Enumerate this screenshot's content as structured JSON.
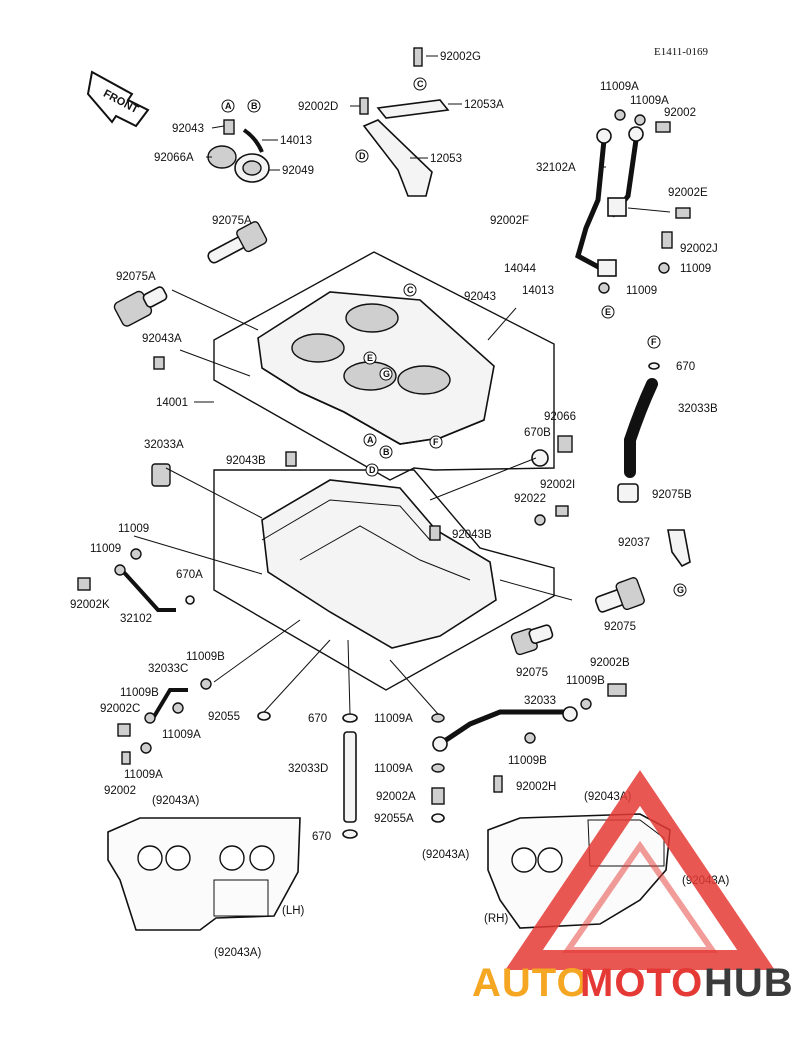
{
  "diagram_ref": "E1411-0169",
  "front_label": "FRONT",
  "side_labels": {
    "lh": "(LH)",
    "rh": "(RH)"
  },
  "watermark": {
    "auto": "AUTO",
    "moto": "MOTO",
    "hub": "HUB",
    "orange": "#f5a623",
    "red": "#e53935",
    "gray": "#3b3b3b"
  },
  "circle_markers": [
    "A",
    "B",
    "C",
    "D",
    "E",
    "F",
    "G"
  ],
  "parts": {
    "p92002G": "92002G",
    "p12053A": "12053A",
    "p92002D": "92002D",
    "p12053": "12053",
    "p92043_top": "92043",
    "p14013_top": "14013",
    "p92066A": "92066A",
    "p92049": "92049",
    "p92075A_top": "92075A",
    "p92075A": "92075A",
    "p92002F": "92002F",
    "p14044": "14044",
    "p92043_mid": "92043",
    "p14013_mid": "14013",
    "p92043A": "92043A",
    "p14001": "14001",
    "p11009A_1": "11009A",
    "p11009A_2": "11009A",
    "p92002_tr": "92002",
    "p32102A": "32102A",
    "p92002E": "92002E",
    "p92002J": "92002J",
    "p11009_r1": "11009",
    "p11009_r2": "11009",
    "p670_r": "670",
    "p32033B": "32033B",
    "p92066": "92066",
    "p670B": "670B",
    "p92002I": "92002I",
    "p92022": "92022",
    "p92075B": "92075B",
    "p32033A": "32033A",
    "p92043B_a": "92043B",
    "p92043B_b": "92043B",
    "p11009_l1": "11009",
    "p11009_l2": "11009",
    "p670A": "670A",
    "p92002K": "92002K",
    "p32102": "32102",
    "p92037": "92037",
    "p92075": "92075",
    "p92075_b": "92075",
    "p92002B": "92002B",
    "p11009B_r": "11009B",
    "p32033": "32033",
    "p11009B_rr": "11009B",
    "p11009B_l": "11009B",
    "p32033C": "32033C",
    "p11009B_l2": "11009B",
    "p92002C": "92002C",
    "p11009A_l": "11009A",
    "p11009A_l2": "11009A",
    "p92002_l": "92002",
    "p92055": "92055",
    "p670_c": "670",
    "p11009A_c": "11009A",
    "p32033D": "32033D",
    "p11009A_c2": "11009A",
    "p92002A": "92002A",
    "p92055A": "92055A",
    "p670_c2": "670",
    "p92002H": "92002H",
    "p92043A_lh_top": "(92043A)",
    "p92043A_lh_bot": "(92043A)",
    "p92043A_rh_top": "(92043A)",
    "p92043A_rh_left": "(92043A)",
    "p92043A_rh_right": "(92043A)"
  }
}
